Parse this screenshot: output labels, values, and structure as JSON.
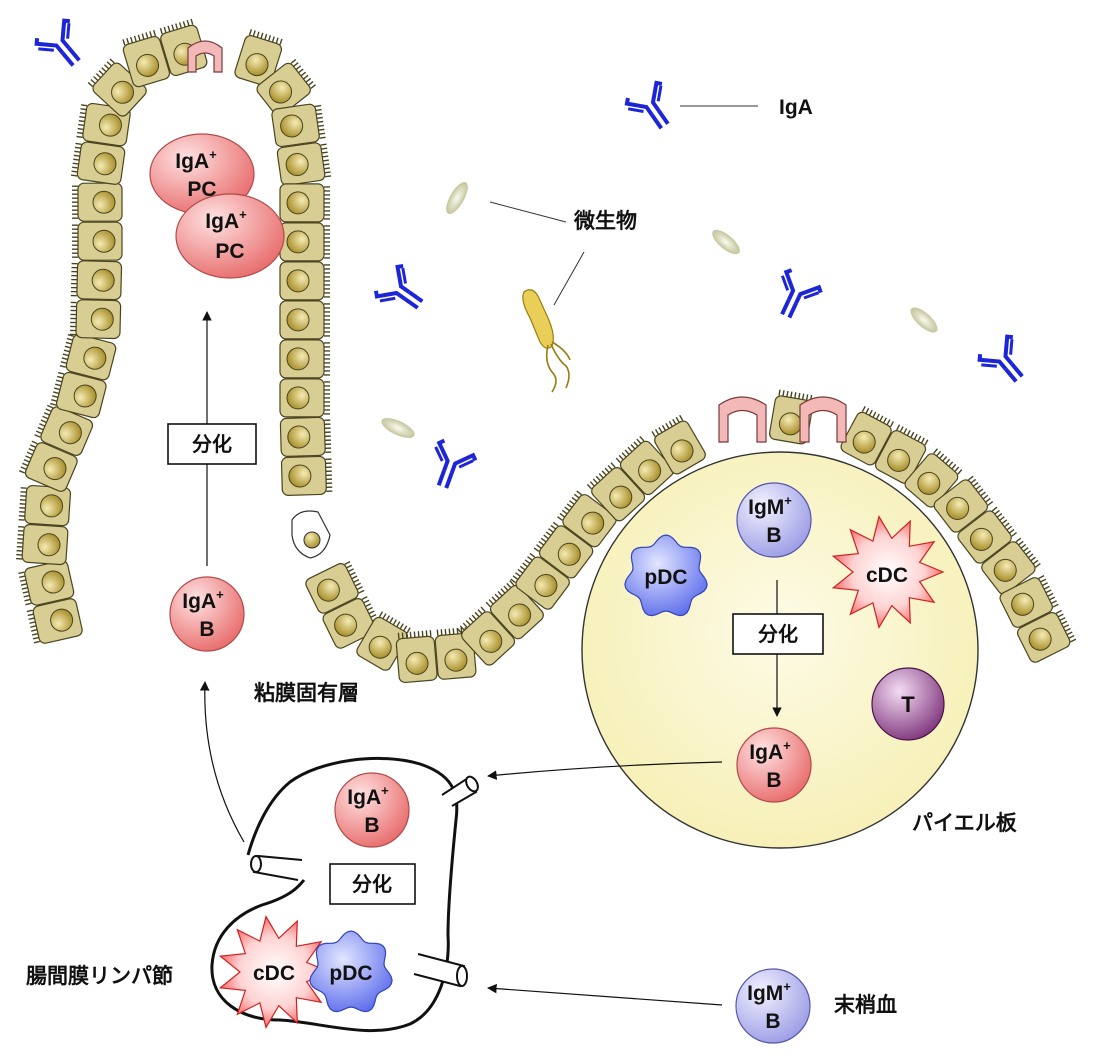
{
  "labels": {
    "iga": "IgA",
    "microbe": "微生物",
    "lamina_propria": "粘膜固有層",
    "peyers_patch": "パイエル板",
    "mesenteric_ln": "腸間膜リンパ節",
    "peripheral_blood": "末梢血",
    "diff_villus": "分化",
    "diff_pp": "分化",
    "diff_mln": "分化"
  },
  "cells": {
    "pc1_l1": "IgA",
    "pc1_sup": "+",
    "pc1_l2": "PC",
    "pc2_l1": "IgA",
    "pc2_sup": "+",
    "pc2_l2": "PC",
    "villus_b_l1": "IgA",
    "villus_b_sup": "+",
    "villus_b_l2": "B",
    "pp_igm_l1": "IgM",
    "pp_igm_sup": "+",
    "pp_igm_l2": "B",
    "pp_iga_l1": "IgA",
    "pp_iga_sup": "+",
    "pp_iga_l2": "B",
    "pp_pdc": "pDC",
    "pp_cdc": "cDC",
    "pp_t": "T",
    "mln_iga_l1": "IgA",
    "mln_iga_sup": "+",
    "mln_iga_l2": "B",
    "mln_cdc": "cDC",
    "mln_pdc": "pDC",
    "blood_igm_l1": "IgM",
    "blood_igm_sup": "+",
    "blood_igm_l2": "B"
  },
  "colors": {
    "epithelium": "#d8cd92",
    "epithelium_outline": "#4a4520",
    "nucleus": "#bfa640",
    "iga_cell": "#ef8d8d",
    "igm_cell": "#b9b9f2",
    "pdc": "#6f7ff0",
    "cdc": "#f24a4a",
    "t_cell": "#8a3d86",
    "peyers_patch": "#faf6c6",
    "antibody": "#1c25d8",
    "microbe": "#cfcf9e"
  }
}
